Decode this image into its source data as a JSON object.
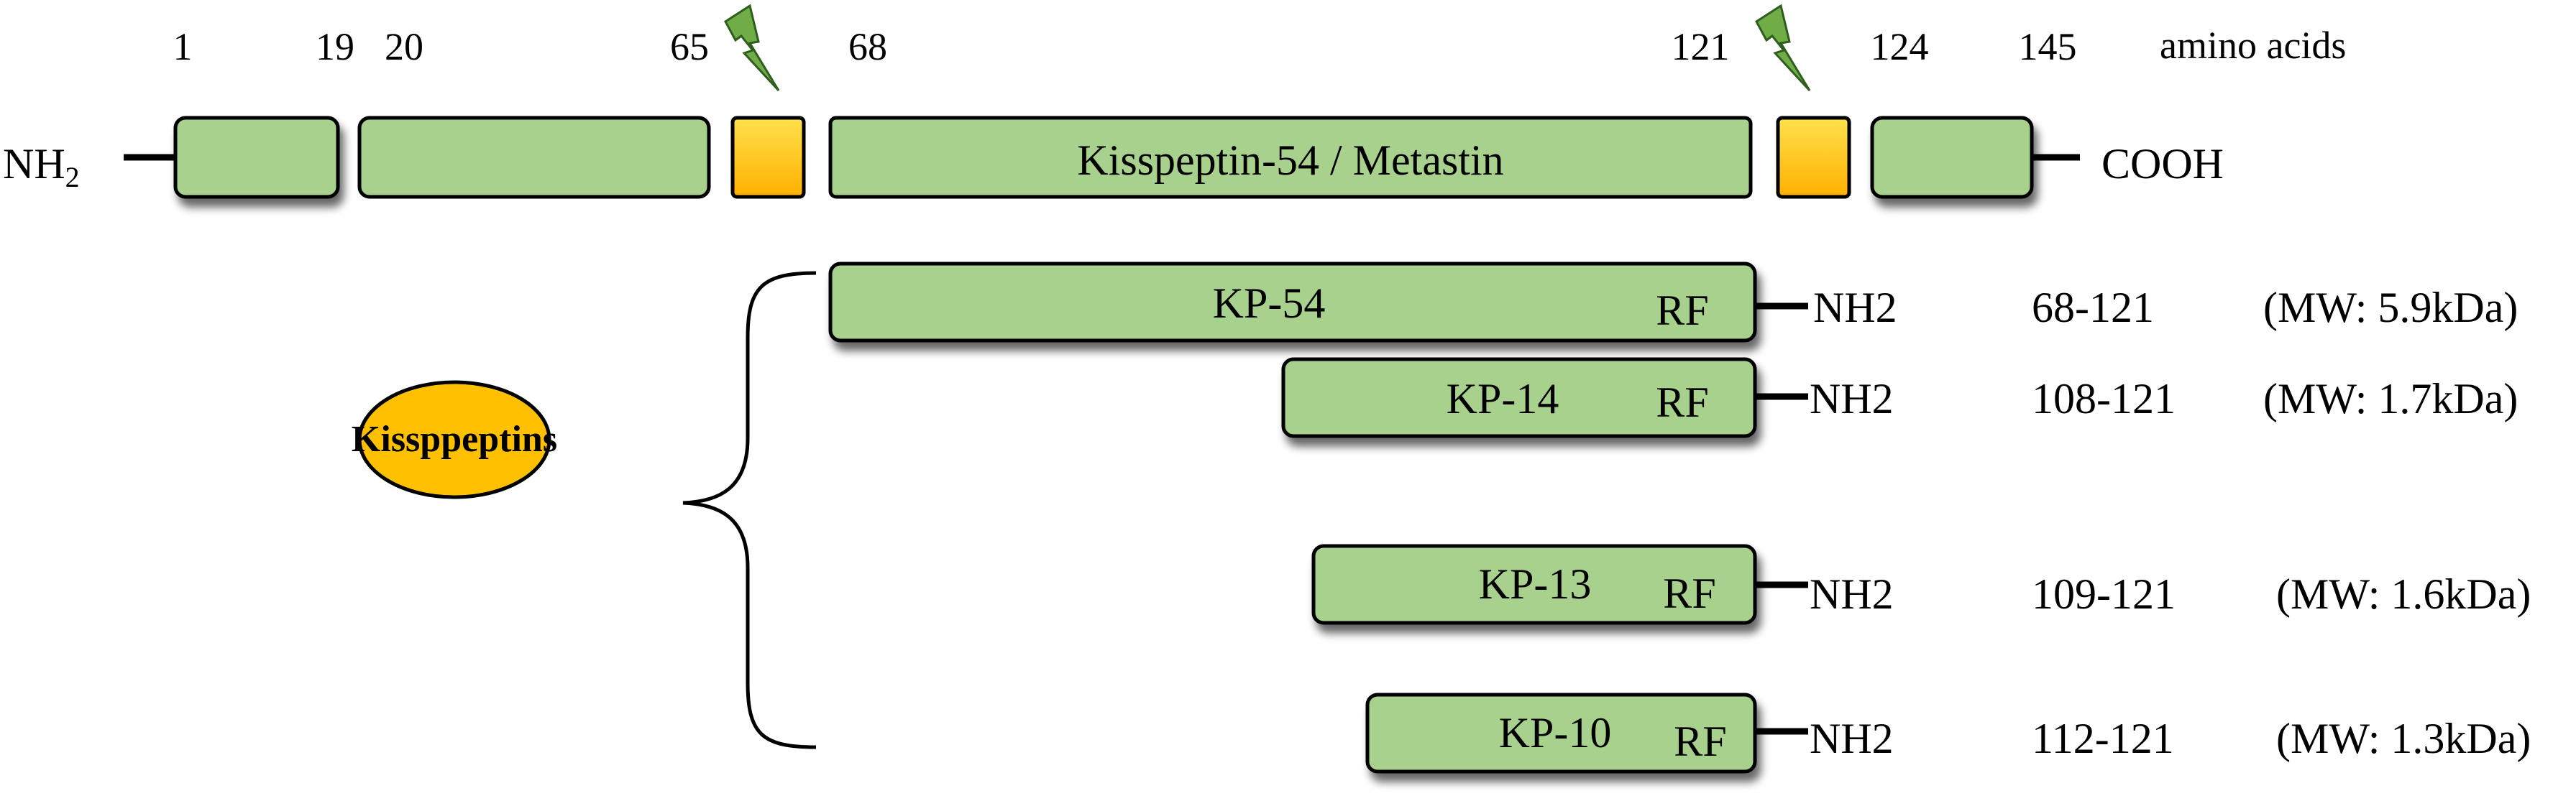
{
  "precursor": {
    "positions": [
      "1",
      "19",
      "20",
      "65",
      "68",
      "121",
      "124",
      "145"
    ],
    "unit": "amino acids",
    "n_terminus": "NH",
    "n_terminus_sub": "2",
    "c_terminus": "COOH",
    "main_segment_label": "Kisspeptin-54 / Metastin"
  },
  "group_label": "Kissppeptins",
  "peptides": [
    {
      "name": "KP-54",
      "motif": "RF",
      "terminus": "NH2",
      "range": "68-121",
      "mw": "(MW: 5.9kDa)"
    },
    {
      "name": "KP-14",
      "motif": "RF",
      "terminus": "NH2",
      "range": "108-121",
      "mw": "(MW: 1.7kDa)"
    },
    {
      "name": "KP-13",
      "motif": "RF",
      "terminus": "NH2",
      "range": "109-121",
      "mw": "(MW: 1.6kDa)"
    },
    {
      "name": "KP-10",
      "motif": "RF",
      "terminus": "NH2",
      "range": "112-121",
      "mw": "(MW: 1.3kDa)"
    }
  ],
  "colors": {
    "segment_fill": "#a9d18e",
    "cleavage_fill_top": "#ffe14d",
    "cleavage_fill_bottom": "#ffb000",
    "ellipse_fill": "#ffc000",
    "lightning": "#70ad47"
  }
}
